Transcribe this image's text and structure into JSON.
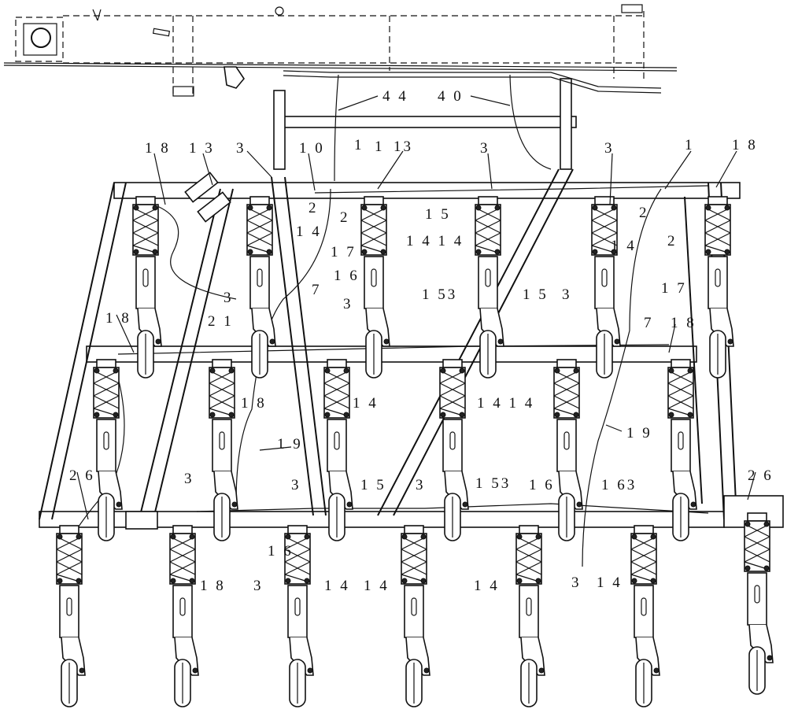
{
  "labels": {
    "l44": "4 4",
    "l40": "4 0",
    "l18a": "1 8",
    "l13a": "1 3",
    "l3a": "3",
    "l10": "1 0",
    "l1a": "1",
    "l1b": "1",
    "l13b": "13",
    "l3b": "3",
    "l3c": "3",
    "l1c": "1",
    "l18b": "1 8",
    "l2a": "2",
    "l2b": "2",
    "l15a": "1 5",
    "l2c": "2",
    "l2d": "2",
    "l14a": "1 4",
    "l141": "1 4 1 4",
    "l14b": "1 4",
    "l17a": "1 7",
    "l17b": "1 7",
    "l16a": "1 6",
    "l3d": "3",
    "l21": "2 1",
    "l7a": "7",
    "l3e": "3",
    "l153a": "1 53",
    "l15b": "1 5",
    "l3f": "3",
    "l7b": "7",
    "l18c": "1 8",
    "l18d": "1 8",
    "l18e": "1 8",
    "l14c": "1 4",
    "l1414": "1 4 1 4",
    "l19a": "1 9",
    "l19b": "1 9",
    "l3g": "3",
    "l26a": "2 6",
    "l26b": "2 6",
    "l3h": "3",
    "l15c": "1 5",
    "l3i": "3",
    "l153b": "1 53",
    "l16b": "1 6",
    "l163": "1 63",
    "l16c": "1 6",
    "l18f": "1 8",
    "l3j": "3",
    "l14d": "1 4",
    "l14e": "1 4",
    "l14f": "1 4",
    "l3k": "3",
    "l14g": "1 4"
  }
}
